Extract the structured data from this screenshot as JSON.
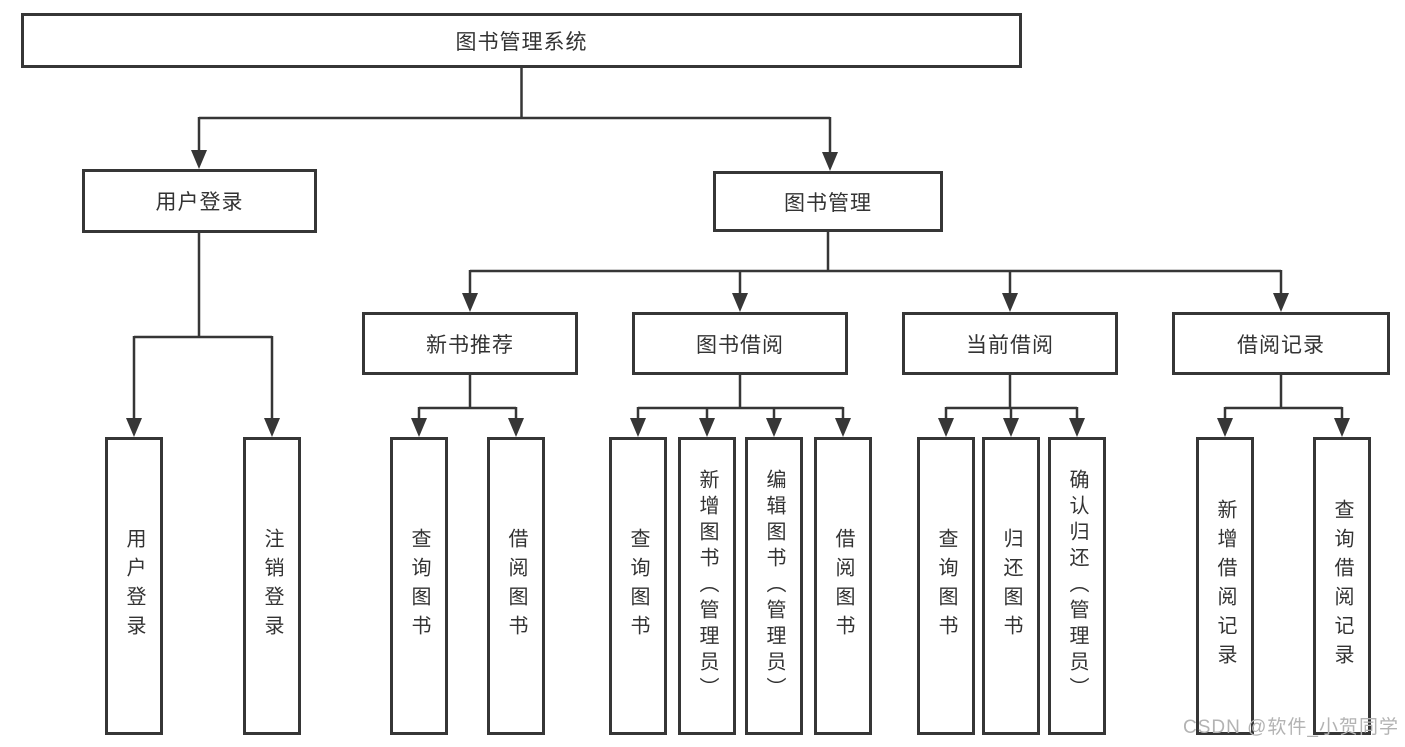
{
  "tree": {
    "root": {
      "label": "图书管理系统",
      "children": [
        {
          "label": "用户登录",
          "children": [
            {
              "label": "用户登录"
            },
            {
              "label": "注销登录"
            }
          ]
        },
        {
          "label": "图书管理",
          "children": [
            {
              "label": "新书推荐",
              "children": [
                {
                  "label": "查询图书"
                },
                {
                  "label": "借阅图书"
                }
              ]
            },
            {
              "label": "图书借阅",
              "children": [
                {
                  "label": "查询图书"
                },
                {
                  "label": "新增图书（管理员）"
                },
                {
                  "label": "编辑图书（管理员）"
                },
                {
                  "label": "借阅图书"
                }
              ]
            },
            {
              "label": "当前借阅",
              "children": [
                {
                  "label": "查询图书"
                },
                {
                  "label": "归还图书"
                },
                {
                  "label": "确认归还（管理员）"
                }
              ]
            },
            {
              "label": "借阅记录",
              "children": [
                {
                  "label": "新增借阅记录"
                },
                {
                  "label": "查询借阅记录"
                }
              ]
            }
          ]
        }
      ]
    }
  },
  "colors": {
    "line": "#363636",
    "text": "#333333",
    "watermark": "#b3b3b3",
    "background": "#ffffff"
  },
  "watermark": {
    "text": "CSDN @软件_小贺同学"
  }
}
